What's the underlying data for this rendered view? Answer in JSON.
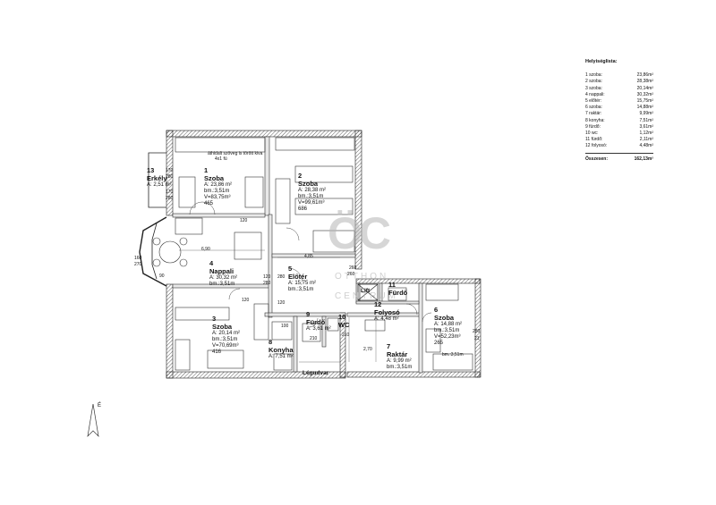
{
  "legend": {
    "title": "Helyiséglista:",
    "rows": [
      {
        "name": "1 szoba:",
        "area": "23,86m²"
      },
      {
        "name": "2 szoba:",
        "area": "28,38m²"
      },
      {
        "name": "3 szoba:",
        "area": "20,14m²"
      },
      {
        "name": "4 nappali:",
        "area": "30,32m²"
      },
      {
        "name": "5 előtér:",
        "area": "15,75m²"
      },
      {
        "name": "6 szoba:",
        "area": "14,88m²"
      },
      {
        "name": "7 raktár:",
        "area": "9,99m²"
      },
      {
        "name": "8 konyha:",
        "area": "7,51m²"
      },
      {
        "name": "9 fürdő:",
        "area": "3,61m²"
      },
      {
        "name": "10 wc:",
        "area": "1,12m²"
      },
      {
        "name": "11 fürdő:",
        "area": "2,11m²"
      },
      {
        "name": "12 folyosó:",
        "area": "4,48m²"
      }
    ],
    "total_label": "Összesen:",
    "total_value": "162,13m²"
  },
  "rooms": {
    "r1": {
      "num": "1",
      "name": "Szoba",
      "l1": "A: 23,86 m²",
      "l2": "bm.:3,51m",
      "l3": "V=83,75m³",
      "l4": "465"
    },
    "r2": {
      "num": "2",
      "name": "Szoba",
      "l1": "A: 28,38 m²",
      "l2": "bm.:3,51m",
      "l3": "V=99,61m³",
      "l4": "686"
    },
    "r3": {
      "num": "3",
      "name": "Szoba",
      "l1": "A: 20,14 m²",
      "l2": "bm.:3,51m",
      "l3": "V=70,69m³",
      "l4": "416"
    },
    "r4": {
      "num": "4",
      "name": "Nappali",
      "l1": "A: 30,32 m²",
      "l2": "bm.:3,51m"
    },
    "r5": {
      "num": "5",
      "name": "Előtér",
      "l1": "A: 15,75 m²",
      "l2": "bm.:3,51m"
    },
    "r6": {
      "num": "6",
      "name": "Szoba",
      "l1": "A: 14,88 m²",
      "l2": "bm.:3,51m",
      "l3": "V=52,23m³",
      "l4": "265"
    },
    "r7": {
      "num": "7",
      "name": "Raktár",
      "l1": "A: 9,99 m²",
      "l2": "bm.:3,51m"
    },
    "r8": {
      "num": "8",
      "name": "Konyha",
      "l1": "A: 7,51 m²"
    },
    "r9": {
      "num": "9",
      "name": "Fürdő",
      "l1": "A: 3,61 m²"
    },
    "r10": {
      "num": "10",
      "name": "WC"
    },
    "r11": {
      "num": "11",
      "name": "Fürdő"
    },
    "r12": {
      "num": "12",
      "name": "Folyosó",
      "l1": "A: 4,48 m²"
    },
    "r13": {
      "num": "13",
      "name": "Erkély",
      "l1": "A: 2,51 m²"
    }
  },
  "labels": {
    "lift": "Lift",
    "yard": "Légudvar",
    "ceiling_note_1": "áthidalt szöveg is törött kiva",
    "ceiling_note_2": "4x1 fú",
    "bm_6": "bm.:3,51m",
    "compass": "É"
  },
  "dimensions": {
    "d170a": "170",
    "d280a": "280",
    "d170b": "170",
    "d280b": "280",
    "d690": "6,90",
    "d485": "4,85",
    "d120a": "120",
    "d280c": "280",
    "d120b": "120",
    "d280d": "280",
    "d120c": "120",
    "d120d": "120",
    "d260": "260",
    "d160": "160",
    "d270": "270",
    "d90": "90",
    "d260b": "260",
    "d210": "210",
    "d270b": "2,70",
    "d100": "100",
    "d210b": "210",
    "d21": "21",
    "d280e": "280"
  },
  "watermark": {
    "logo": "ÖC",
    "line1": "OTTHON",
    "line2": "CENTRUM"
  }
}
